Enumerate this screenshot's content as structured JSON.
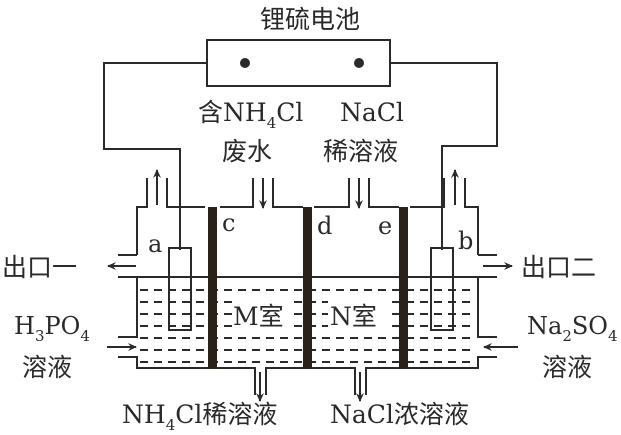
{
  "title": "锂硫电池",
  "battery": {
    "label": "锂硫电池",
    "terminals": [
      "left-terminal",
      "right-terminal"
    ]
  },
  "inlets_top": {
    "left": {
      "line1_prefix": "含NH",
      "line1_sub": "4",
      "line1_suffix": "Cl",
      "line2": "废水"
    },
    "right": {
      "line1": "NaCl",
      "line2": "稀溶液"
    }
  },
  "electrodes": {
    "a": "a",
    "b": "b"
  },
  "membranes": {
    "c": "c",
    "d": "d",
    "e": "e"
  },
  "chambers": {
    "M": "M室",
    "N": "N室"
  },
  "outlets_side": {
    "left": "出口一",
    "right": "出口二"
  },
  "inlets_side": {
    "left": {
      "f1": "H",
      "s1": "3",
      "f2": "PO",
      "s2": "4",
      "line2": "溶液"
    },
    "right": {
      "f1": "Na",
      "s1": "2",
      "f2": "SO",
      "s2": "4",
      "line2": "溶液"
    }
  },
  "outlets_bottom": {
    "left": {
      "f1": "NH",
      "s1": "4",
      "f2": "Cl稀溶液"
    },
    "right": "NaCl浓溶液"
  },
  "colors": {
    "ink": "#2a2a2a",
    "membrane": "#2a2118",
    "background": "#ffffff"
  }
}
